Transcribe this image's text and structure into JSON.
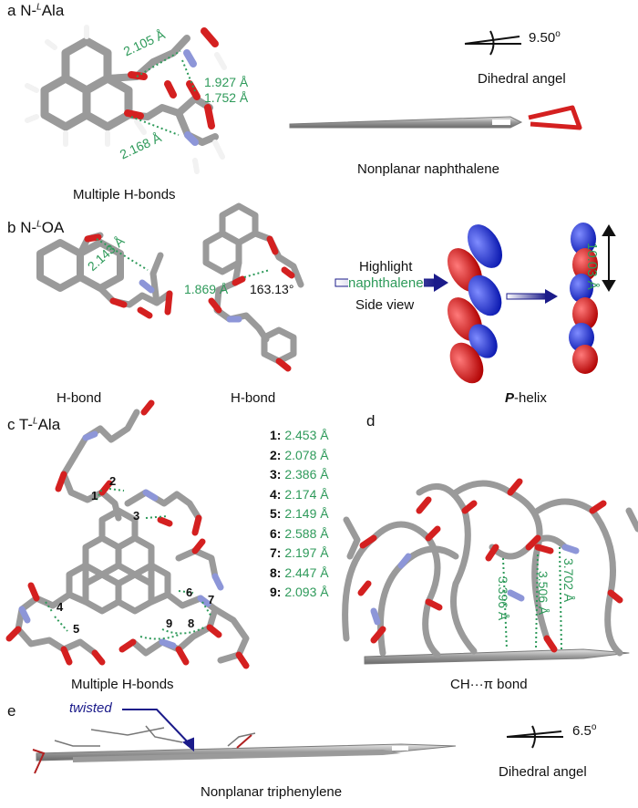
{
  "panel_a": {
    "label": "a",
    "molecule": "N-",
    "sup": "L",
    "suffix": "Ala",
    "distances": [
      "2.105 Å",
      "1.927 Å",
      "1.752 Å",
      "2.168 Å"
    ],
    "caption_left": "Multiple H-bonds",
    "angle": "9.50",
    "angle_unit": "o",
    "caption_angle": "Dihedral angel",
    "caption_right": "Nonplanar naphthalene"
  },
  "panel_b": {
    "label": "b",
    "molecule": "N-",
    "sup": "L",
    "suffix": "OA",
    "distances": [
      "2.143 Å",
      "1.869 Å"
    ],
    "angle_label": "163.13°",
    "caption1": "H-bond",
    "caption2": "H-bond",
    "highlight": "Highlight",
    "naphthalene": "naphthalene",
    "side_view": "Side view",
    "helix_label": "P",
    "helix_suffix": "-helix",
    "pitch": "10.03 Å"
  },
  "panel_c": {
    "label": "c",
    "molecule": "T-",
    "sup": "L",
    "suffix": "Ala",
    "caption": "Multiple H-bonds",
    "site_numbers": [
      "1",
      "2",
      "3",
      "4",
      "5",
      "6",
      "7",
      "8",
      "9"
    ],
    "bond_list": [
      {
        "k": "1:",
        "v": "2.453 Å"
      },
      {
        "k": "2:",
        "v": "2.078 Å"
      },
      {
        "k": "3:",
        "v": "2.386 Å"
      },
      {
        "k": "4:",
        "v": "2.174 Å"
      },
      {
        "k": "5:",
        "v": "2.149 Å"
      },
      {
        "k": "6:",
        "v": "2.588 Å"
      },
      {
        "k": "7:",
        "v": "2.197 Å"
      },
      {
        "k": "8:",
        "v": "2.447 Å"
      },
      {
        "k": "9:",
        "v": "2.093 Å"
      }
    ]
  },
  "panel_d": {
    "label": "d",
    "distances": [
      "3.396 Å",
      "3.506 Å",
      "3.702 Å"
    ],
    "caption": "CH···π bond"
  },
  "panel_e": {
    "label": "e",
    "twisted": "twisted",
    "caption": "Nonplanar triphenylene",
    "angle": "6.5",
    "angle_unit": "o",
    "caption_angle": "Dihedral angel"
  },
  "colors": {
    "distance_green": "#2e9a5a",
    "oxygen_red": "#d42020",
    "carbon_gray": "#9a9a9a",
    "nitrogen_blue": "#8d96d8",
    "helix_blue": "#1f2fe0",
    "arrow_navy": "#1b1b8a"
  }
}
